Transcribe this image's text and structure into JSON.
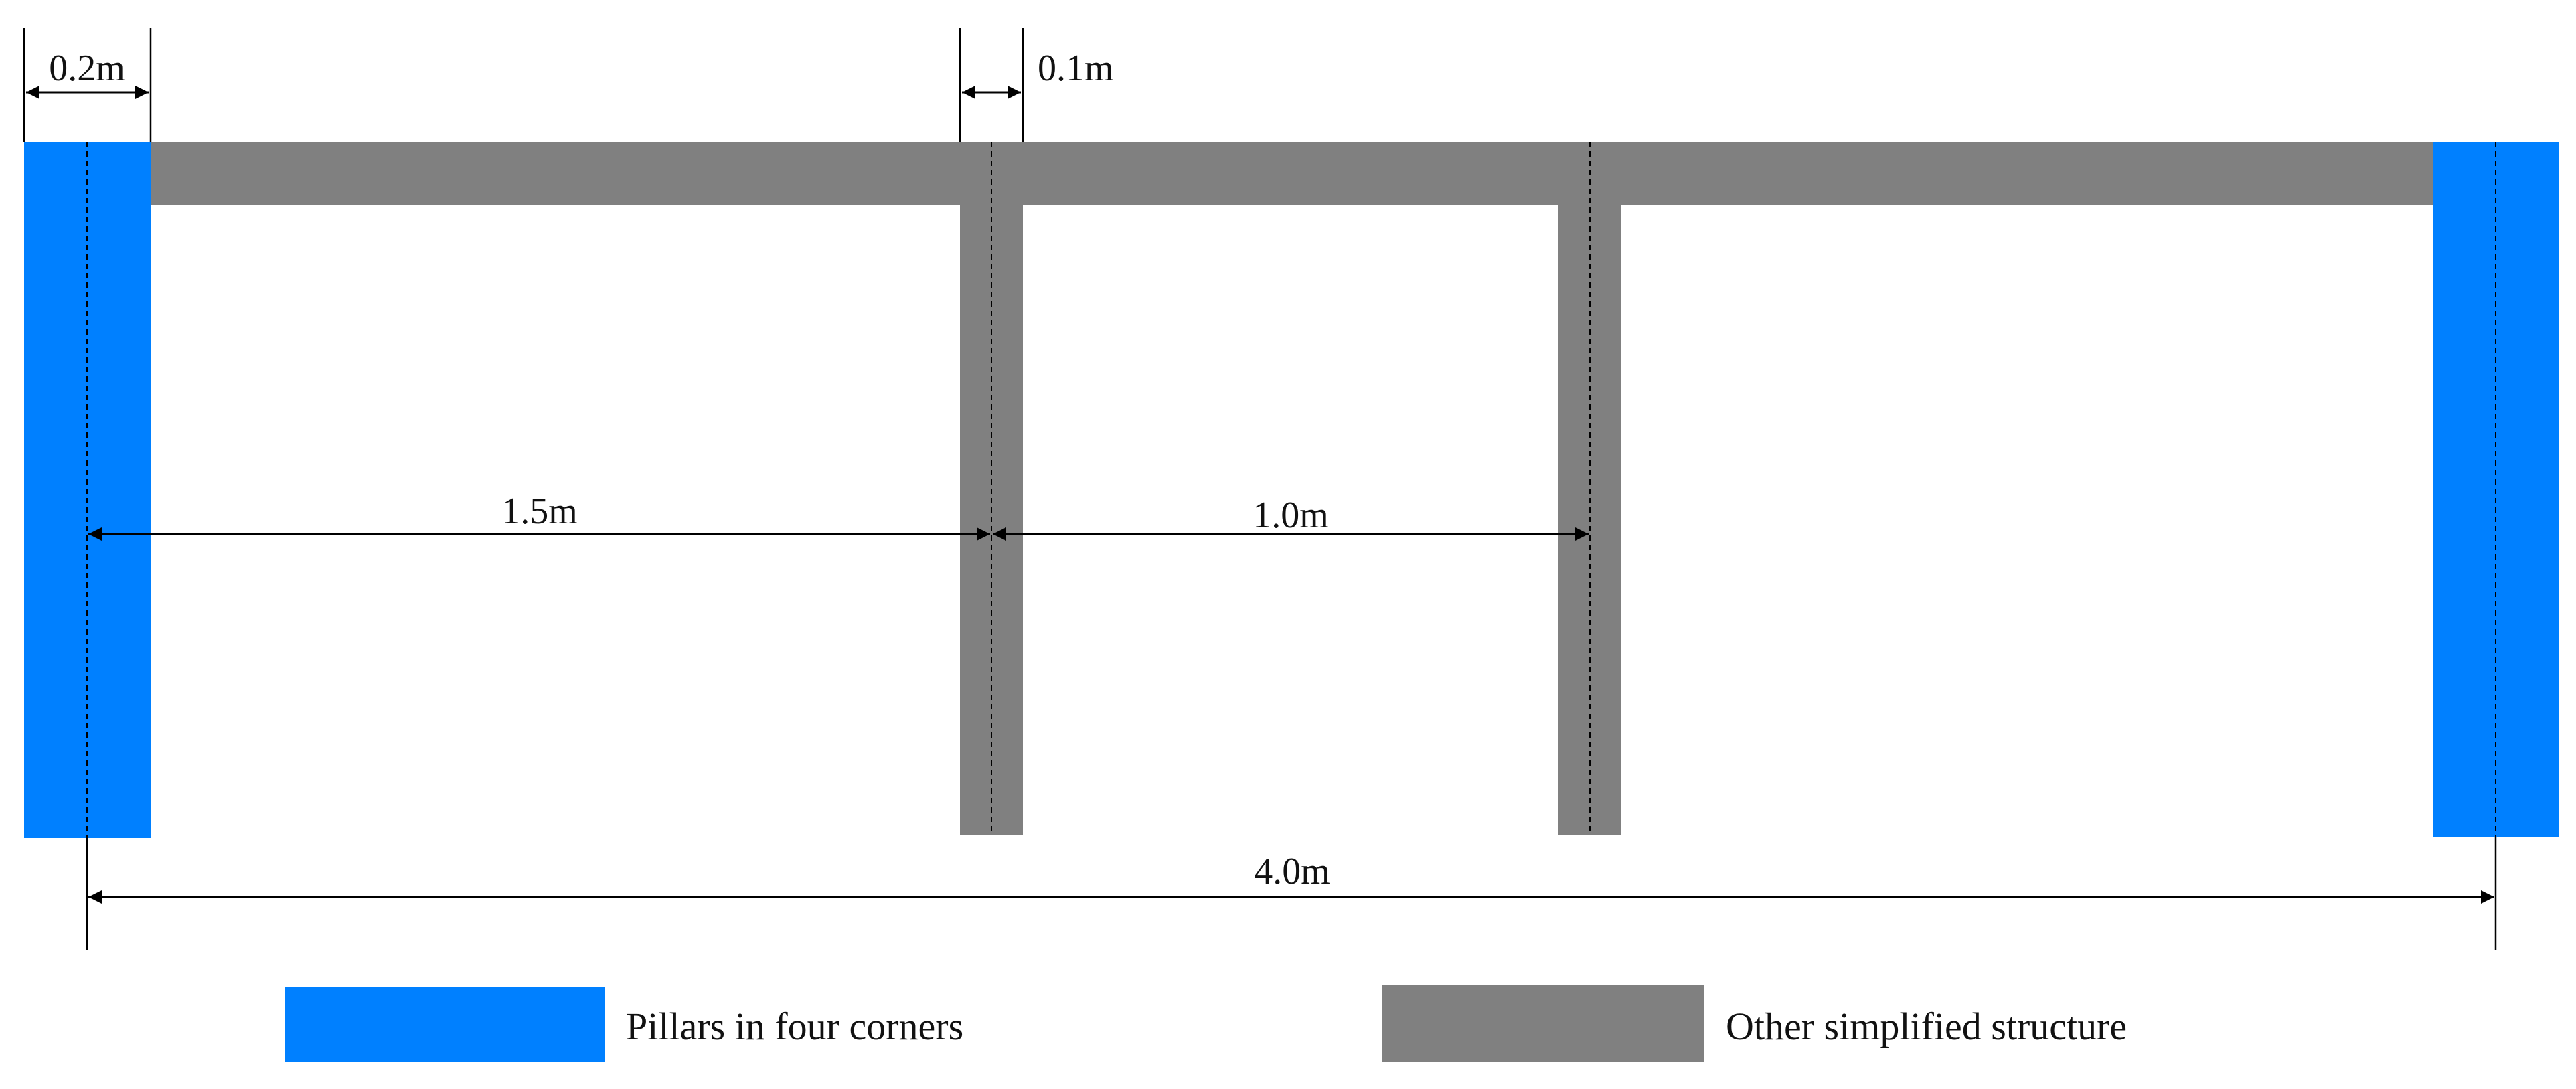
{
  "colors": {
    "pillar": "#0080FF",
    "structure": "#808080",
    "line": "#000000"
  },
  "dimensions": {
    "pillar_width": "0.2m",
    "wall_thickness": "0.1m",
    "span_left": "1.5m",
    "span_middle": "1.0m",
    "total_length": "4.0m"
  },
  "legend": {
    "pillars_label": "Pillars in four corners",
    "structure_label": "Other simplified structure"
  }
}
